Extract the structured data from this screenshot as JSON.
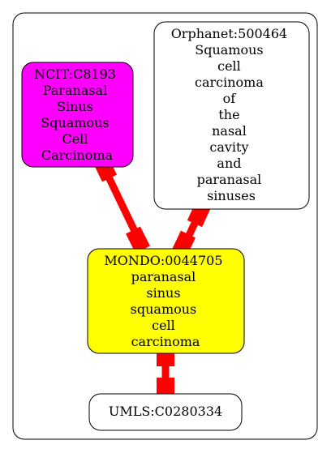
{
  "diagram": {
    "nodes": [
      {
        "id": "ncit",
        "fill": "#ff00ff",
        "lines": [
          "NCIT:C8193",
          "Paranasal",
          "Sinus",
          "Squamous",
          "Cell",
          "Carcinoma"
        ]
      },
      {
        "id": "orphanet",
        "fill": "#ffffff",
        "lines": [
          "Orphanet:500464",
          "Squamous",
          "cell",
          "carcinoma",
          "of",
          "the",
          "nasal",
          "cavity",
          "and",
          "paranasal",
          "sinuses"
        ]
      },
      {
        "id": "mondo",
        "fill": "#ffff00",
        "lines": [
          "MONDO:0044705",
          "paranasal",
          "sinus",
          "squamous",
          "cell",
          "carcinoma"
        ]
      },
      {
        "id": "umls",
        "fill": "#ffffff",
        "lines": [
          "UMLS:C0280334"
        ]
      }
    ],
    "edges": [
      {
        "from": "ncit",
        "to": "mondo",
        "color": "#ff0000"
      },
      {
        "from": "orphanet",
        "to": "mondo",
        "color": "#ff0000"
      },
      {
        "from": "mondo",
        "to": "umls",
        "color": "#ff0000"
      }
    ]
  }
}
